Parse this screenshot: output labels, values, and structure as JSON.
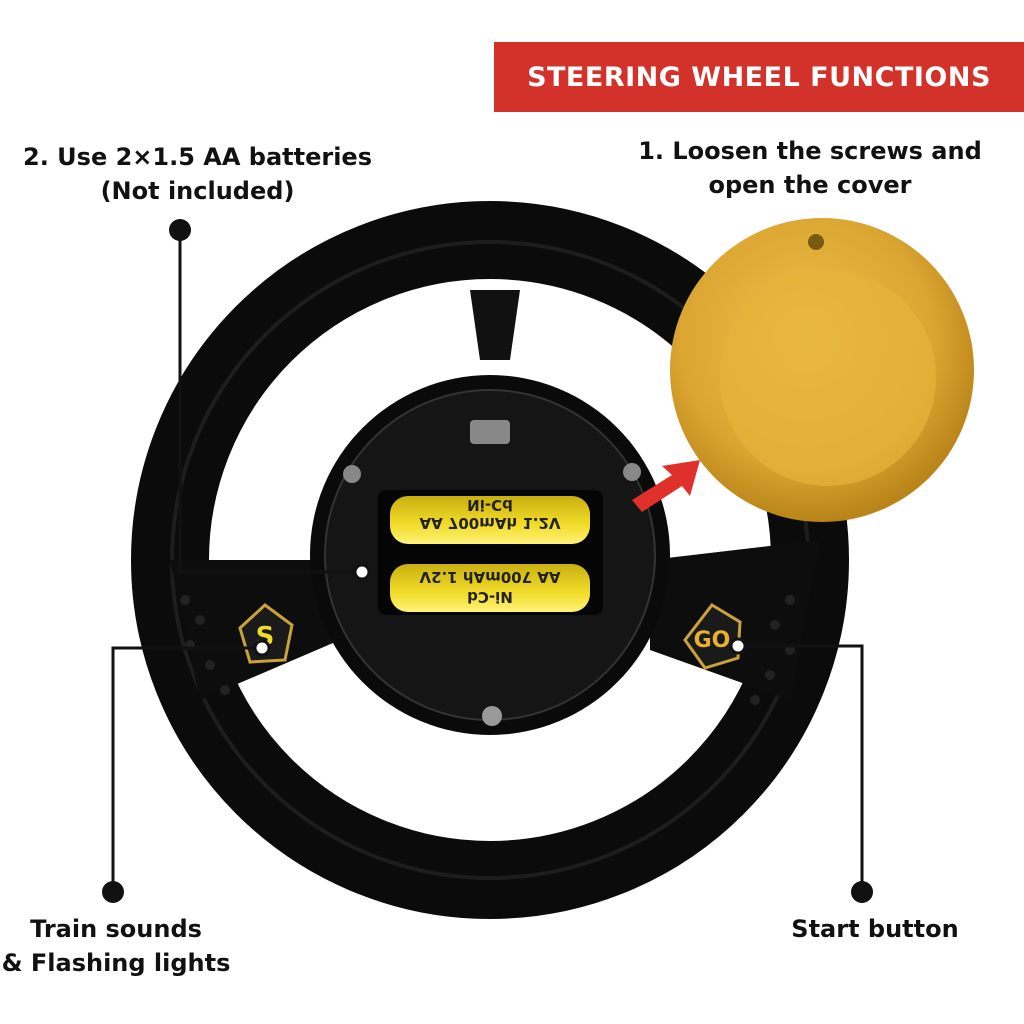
{
  "banner": {
    "title": "STEERING WHEEL FUNCTIONS"
  },
  "callouts": {
    "batteries_line1": "2. Use 2×1.5 AA batteries",
    "batteries_line2": "(Not included)",
    "cover_line1": "1. Loosen the screws and",
    "cover_line2": "open the cover",
    "train_line1": "Train sounds",
    "train_line2": "& Flashing lights",
    "start": "Start button"
  },
  "batteries": {
    "spec": "AA 700mAh 1.2V",
    "type": "Ni-Cd"
  },
  "colors": {
    "banner": "#d3322b",
    "battery": "#f2dc2a",
    "cover": "#d9a531",
    "arrow": "#e0302b"
  }
}
